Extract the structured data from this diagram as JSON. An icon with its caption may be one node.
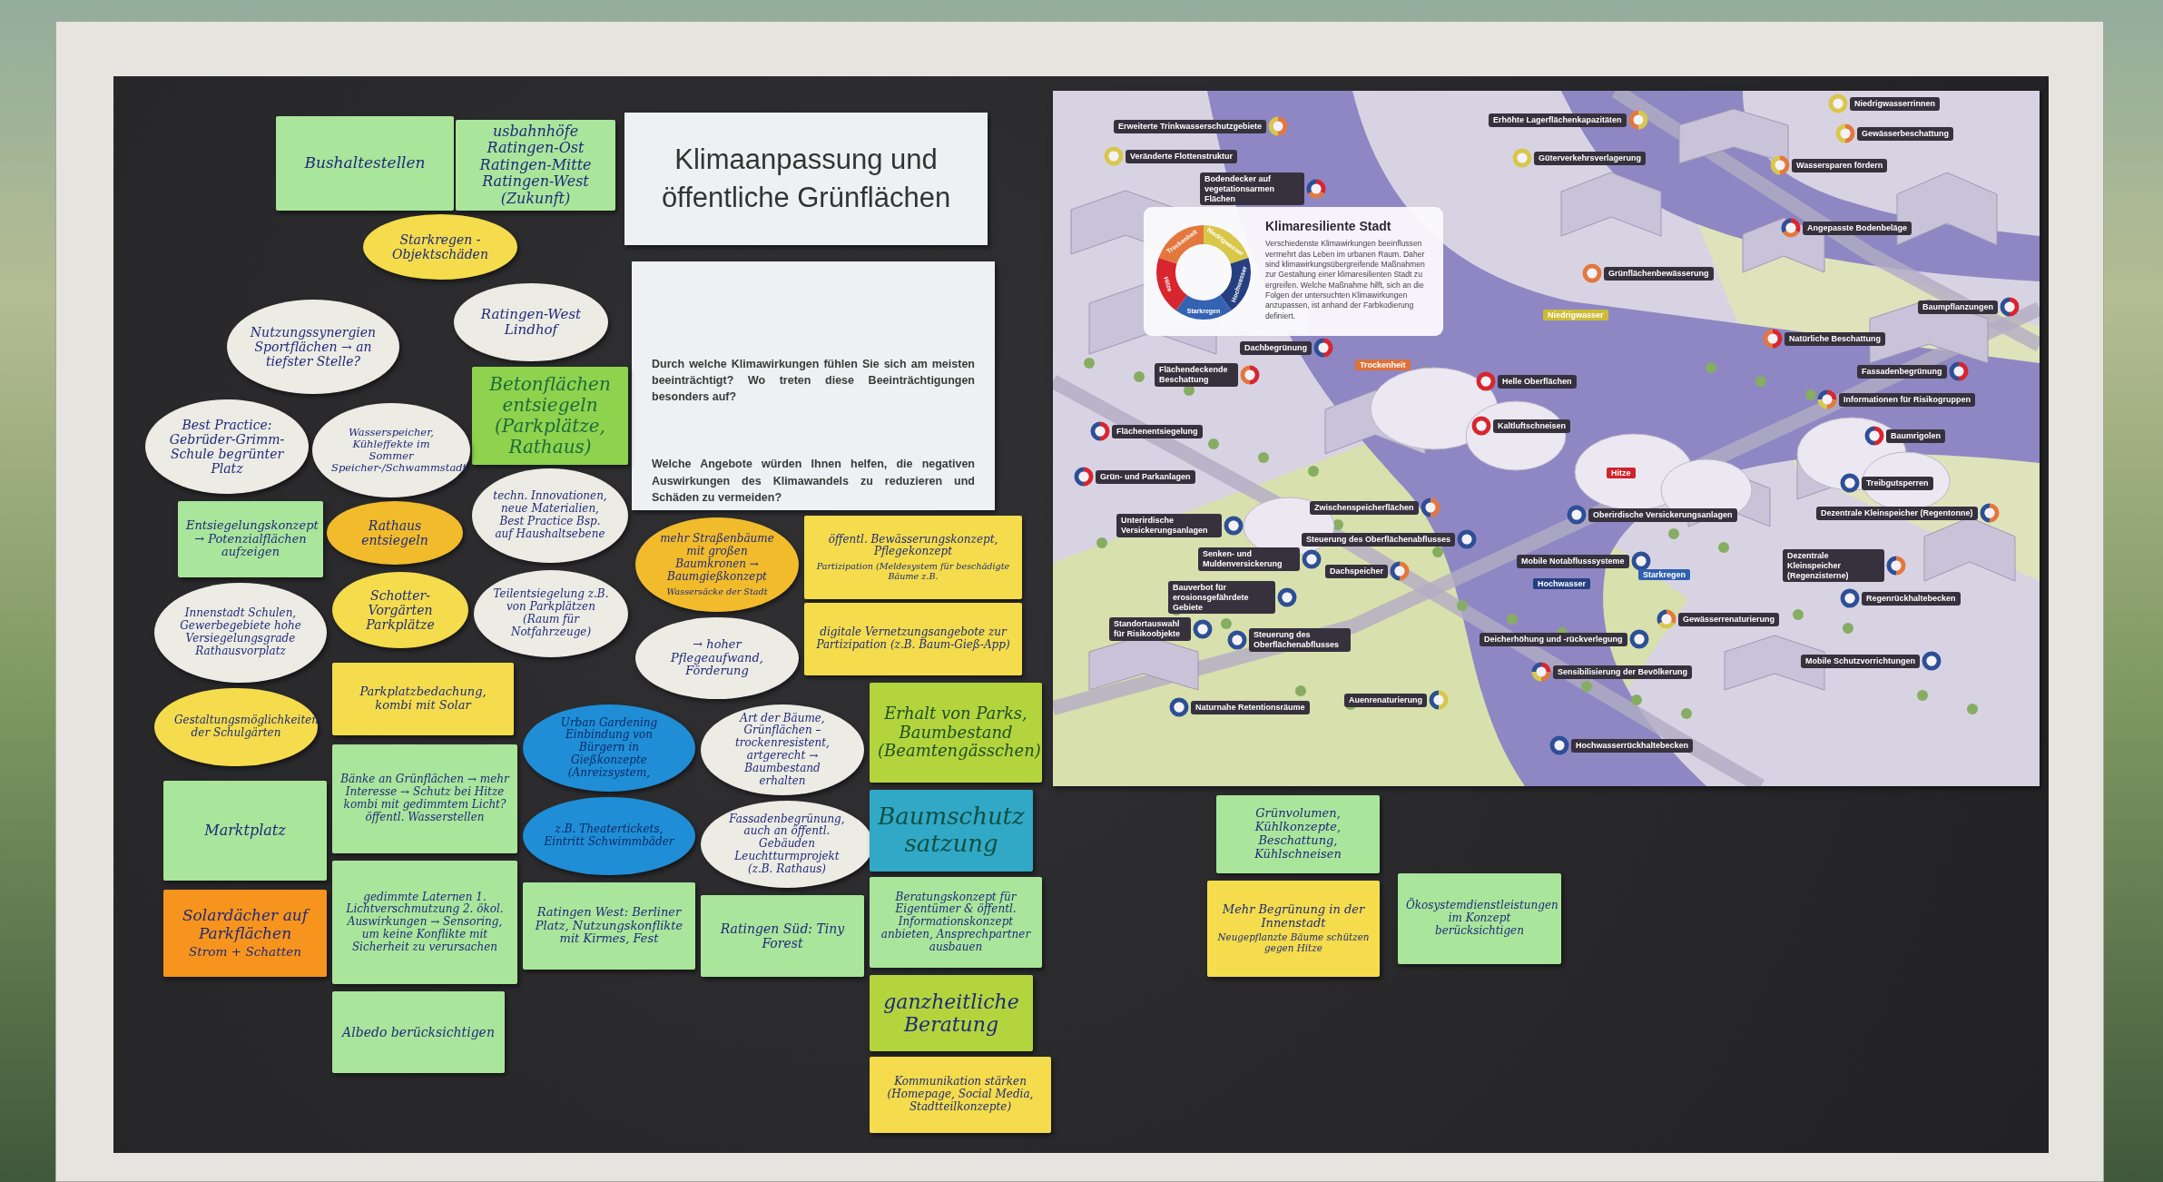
{
  "diagram": {
    "title": "Klimaanpassung und öffentliche Grünflächen",
    "nodes": [
      {
        "text": [
          "Bushaltestellen"
        ]
      },
      {
        "text": [
          "usbahnhöfe Ratingen-Ost Ratingen-Mitte Ratingen-West (Zukunft)"
        ]
      },
      {
        "text": [
          "Durch welche Klimawirkungen fühlen Sie sich am meisten beeinträchtigt? Wo treten diese Beeinträchtigungen besonders auf?",
          "Welche Angebote würden Ihnen helfen, die negativen Auswirkungen des Klimawandels zu reduzieren und Schäden zu vermeiden?"
        ]
      },
      {
        "text": [
          "Starkregen -Objektschäden"
        ]
      },
      {
        "text": [
          "Ratingen-West Lindhof"
        ]
      },
      {
        "text": [
          "Nutzungssynergien Sportflächen → an tiefster Stelle?"
        ]
      },
      {
        "text": [
          "Betonflächen entsiegeln (Parkplätze, Rathaus)"
        ]
      },
      {
        "text": [
          "Best Practice: Gebrüder-Grimm-Schule begrünter Platz"
        ]
      },
      {
        "text": [
          "Wasserspeicher, Kühleffekte im Sommer Speicher-/Schwammstadt"
        ]
      },
      {
        "text": [
          "techn. Innovationen, neue Materialien, Best Practice Bsp. auf Haushaltsebene"
        ]
      },
      {
        "text": [
          "Entsiegelungskonzept → Potenzialflächen aufzeigen"
        ]
      },
      {
        "text": [
          "Rathaus entsiegeln"
        ]
      },
      {
        "text": [
          "Innenstadt Schulen, Gewerbegebiete hohe Versiegelungsgrade Rathausvorplatz"
        ]
      },
      {
        "text": [
          "Gestaltungsmöglichkeiten der Schulgärten"
        ]
      },
      {
        "text": [
          "Schotter-Vorgärten Parkplätze"
        ]
      },
      {
        "text": [
          "Parkplatzbedachung, kombi mit Solar"
        ]
      },
      {
        "text": [
          "Teilentsiegelung z.B. von Parkplätzen (Raum für Notfahrzeuge)"
        ]
      },
      {
        "text": [
          "mehr Straßenbäume mit großen Baumkronen → Baumgießkonzept",
          "Wassersäcke der Stadt"
        ]
      },
      {
        "text": [
          "öffentl. Bewässerungskonzept, Pflegekonzept",
          "Partizipation (Meldesystem für beschädigte Bäume z.B."
        ]
      },
      {
        "text": [
          "digitale Vernetzungsangebote zur Partizipation (z.B. Baum-Gieß-App)"
        ]
      },
      {
        "text": [
          "→ hoher Pflegeaufwand, Förderung"
        ]
      },
      {
        "text": [
          "Urban Gardening Einbindung von Bürgern in Gießkonzepte (Anreizsystem,"
        ]
      },
      {
        "text": [
          "z.B. Theatertickets, Eintritt Schwimmbäder"
        ]
      },
      {
        "text": [
          "Art der Bäume, Grünflächen – trockenresistent, artgerecht → Baumbestand erhalten"
        ]
      },
      {
        "text": [
          "Erhalt von Parks, Baumbestand (Beamtengässchen)"
        ]
      },
      {
        "text": [
          "Fassadenbegrünung, auch an öffentl. Gebäuden Leuchtturmprojekt (z.B. Rathaus)"
        ]
      },
      {
        "text": [
          "Marktplatz"
        ]
      },
      {
        "text": [
          "Bänke an Grünflächen → mehr Interesse → Schutz bei Hitze kombi mit gedimmtem Licht? öffentl. Wasserstellen"
        ]
      },
      {
        "text": [
          "Solardächer auf Parkflächen",
          "Strom + Schatten"
        ]
      },
      {
        "text": [
          "gedimmte Laternen 1. Lichtverschmutzung 2. ökol. Auswirkungen → Sensoring, um keine Konflikte mit Sicherheit zu verursachen"
        ]
      },
      {
        "text": [
          "Albedo berücksichtigen"
        ]
      },
      {
        "text": [
          "Ratingen West: Berliner Platz, Nutzungskonflikte mit Kirmes, Fest"
        ]
      },
      {
        "text": [
          "Ratingen Süd: Tiny Forest"
        ]
      },
      {
        "text": [
          "Baumschutz satzung"
        ]
      },
      {
        "text": [
          "Beratungskonzept für Eigentümer & öffentl. Informationskonzept anbieten, Ansprechpartner ausbauen"
        ]
      },
      {
        "text": [
          "ganzheitliche Beratung"
        ]
      },
      {
        "text": [
          "Kommunikation stärken (Homepage, Social Media, Stadtteilkonzepte)"
        ]
      },
      {
        "text": [
          "Grünvolumen, Kühlkonzepte, Beschattung, Kühlschneisen"
        ]
      },
      {
        "text": [
          "Mehr Begrünung in der Innenstadt",
          "Neugepflanzte Bäume schützen gegen Hitze"
        ]
      },
      {
        "text": [
          "Ökosystemdienstleistungen im Konzept berücksichtigen"
        ]
      },
      {
        "text": [],
        "shape": "picture"
      },
      {
        "text": [
          "Klimaresiliente Stadt",
          "Verschiedenste Klimawirkungen beeinflussen vermehrt das Leben im urbanen Raum. Daher sind klimawirkungsübergreifende Maßnahmen zur Gestaltung einer klimaresilienten Stadt zu ergreifen. Welche Maßnahme hilft, sich an die Folgen der untersuchten Klimawirkungen anzupassen, ist anhand der Farbkodierung definiert."
        ],
        "in": 40
      },
      {
        "text": [
          "Erweiterte Trinkwasserschutzgebiete"
        ],
        "in": 40
      },
      {
        "text": [
          "Veränderte Flottenstruktur"
        ],
        "in": 40
      },
      {
        "text": [
          "Bodendecker auf vegetationsarmen Flächen"
        ],
        "in": 40
      },
      {
        "text": [
          "Erhöhte Lagerflächenkapazitäten"
        ],
        "in": 40
      },
      {
        "text": [
          "Güterverkehrsverlagerung"
        ],
        "in": 40
      },
      {
        "text": [
          "Niedrigwasserrinnen"
        ],
        "in": 40
      },
      {
        "text": [
          "Gewässerbeschattung"
        ],
        "in": 40
      },
      {
        "text": [
          "Wassersparen fördern"
        ],
        "in": 40
      },
      {
        "text": [
          "Angepasste Bodenbeläge"
        ],
        "in": 40
      },
      {
        "text": [
          "Grünflächenbewässerung"
        ],
        "in": 40
      },
      {
        "text": [
          "Baumpflanzungen"
        ],
        "in": 40
      },
      {
        "text": [
          "Dachbegrünung"
        ],
        "in": 40
      },
      {
        "text": [
          "Natürliche Beschattung"
        ],
        "in": 40
      },
      {
        "text": [
          "Flächendeckende Beschattung"
        ],
        "in": 40
      },
      {
        "text": [
          "Fassadenbegrünung"
        ],
        "in": 40
      },
      {
        "text": [
          "Helle Oberflächen"
        ],
        "in": 40
      },
      {
        "text": [
          "Informationen für Risikogruppen"
        ],
        "in": 40
      },
      {
        "text": [
          "Kaltluftschneisen"
        ],
        "in": 40
      },
      {
        "text": [
          "Flächenentsiegelung"
        ],
        "in": 40
      },
      {
        "text": [
          "Baumrigolen"
        ],
        "in": 40
      },
      {
        "text": [
          "Grün- und Parkanlagen"
        ],
        "in": 40
      },
      {
        "text": [
          "Treibgutsperren"
        ],
        "in": 40
      },
      {
        "text": [
          "Zwischenspeicherflächen"
        ],
        "in": 40
      },
      {
        "text": [
          "Oberirdische Versickerungsanlagen"
        ],
        "in": 40
      },
      {
        "text": [
          "Dezentrale Kleinspeicher (Regentonne)"
        ],
        "in": 40
      },
      {
        "text": [
          "Unterirdische Versickerungsanlagen"
        ],
        "in": 40
      },
      {
        "text": [
          "Steuerung des Oberflächenabflusses"
        ],
        "in": 40
      },
      {
        "text": [
          "Senken- und Muldenversickerung"
        ],
        "in": 40
      },
      {
        "text": [
          "Mobile Notabflusssysteme"
        ],
        "in": 40
      },
      {
        "text": [
          "Dezentrale Kleinspeicher (Regenzisterne)"
        ],
        "in": 40
      },
      {
        "text": [
          "Dachspeicher"
        ],
        "in": 40
      },
      {
        "text": [
          "Bauverbot für erosionsgefährdete Gebiete"
        ],
        "in": 40
      },
      {
        "text": [
          "Regenrückhaltebecken"
        ],
        "in": 40
      },
      {
        "text": [
          "Standortauswahl für Risikoobjekte"
        ],
        "in": 40
      },
      {
        "text": [
          "Steuerung des Oberflächenabflusses"
        ],
        "in": 40
      },
      {
        "text": [
          "Gewässerrenaturierung"
        ],
        "in": 40
      },
      {
        "text": [
          "Deicherhöhung und -rückverlegung"
        ],
        "in": 40
      },
      {
        "text": [
          "Mobile Schutzvorrichtungen"
        ],
        "in": 40
      },
      {
        "text": [
          "Sensibilisierung der Bevölkerung"
        ],
        "in": 40
      },
      {
        "text": [
          "Auenrenaturierung"
        ],
        "in": 40
      },
      {
        "text": [
          "Naturnahe Retentionsräume"
        ],
        "in": 40
      },
      {
        "text": [
          "Hochwasserrückhaltebecken"
        ],
        "in": 40
      }
    ],
    "labels": [
      "Trockenheit",
      "Niedrigwasser",
      "Hochwasser",
      "Starkregen",
      "Hitze",
      "Niedrigwasser",
      "Trockenheit",
      "Hitze",
      "Starkregen",
      "Hochwasser"
    ]
  }
}
